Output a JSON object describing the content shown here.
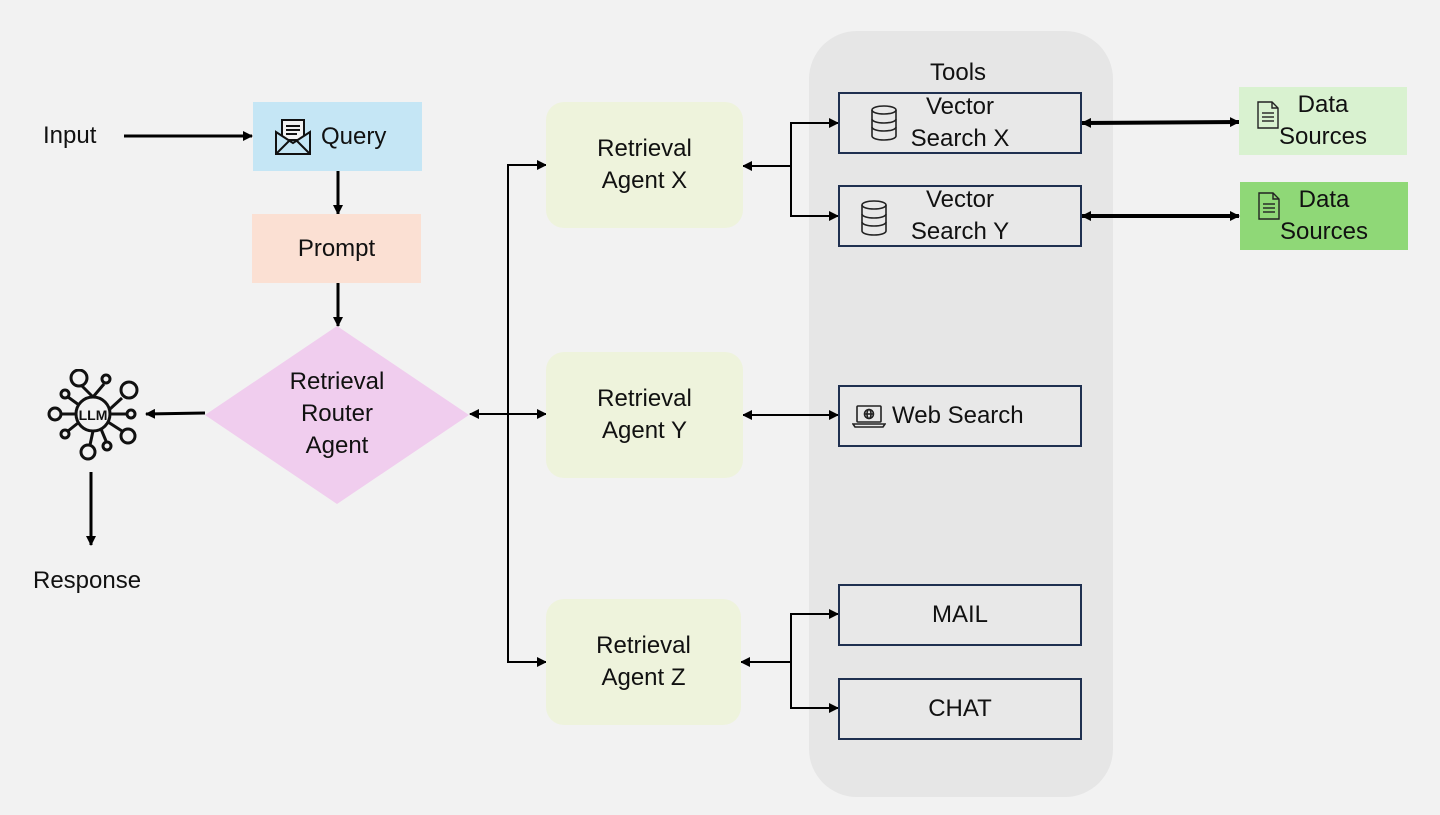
{
  "nodes": {
    "input": "Input",
    "query": "Query",
    "prompt": "Prompt",
    "router": "Retrieval\nRouter\nAgent",
    "response": "Response",
    "llm": "LLM",
    "agent_x": "Retrieval\nAgent X",
    "agent_y": "Retrieval\nAgent Y",
    "agent_z": "Retrieval\nAgent Z"
  },
  "tools": {
    "title": "Tools",
    "vector_x": "Vector\nSearch X",
    "vector_y": "Vector\nSearch Y",
    "web": "Web Search",
    "mail": "MAIL",
    "chat": "CHAT"
  },
  "data_sources": {
    "source_1": "Data\nSources",
    "source_2": "Data\nSources"
  },
  "colors": {
    "query": "#c5e6f5",
    "prompt": "#fbe0d3",
    "router": "#f0cdee",
    "agent": "#eef3dc",
    "source_1": "#d9f2d0",
    "source_2": "#8fd877",
    "tool_border": "#1f3050"
  },
  "icons": {
    "query": "envelope-icon",
    "llm": "llm-network-icon",
    "vector": "database-icon",
    "web": "laptop-globe-icon",
    "sources": "document-icon"
  }
}
